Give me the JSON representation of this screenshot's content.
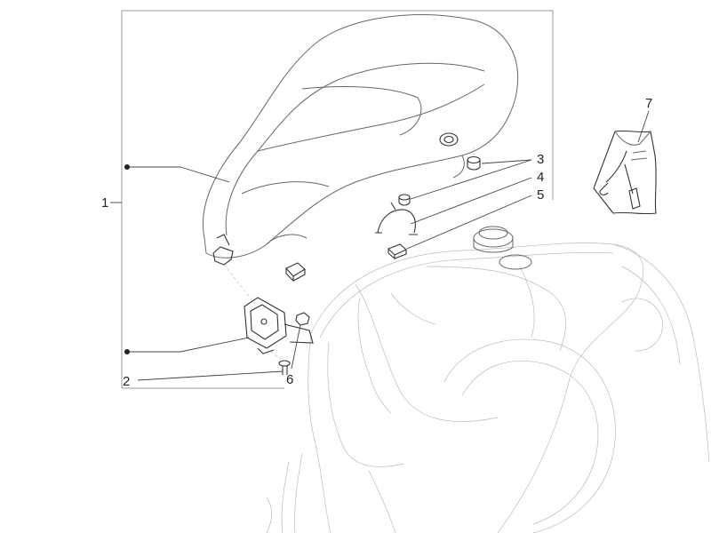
{
  "callouts": [
    {
      "id": "1",
      "label": "1"
    },
    {
      "id": "2",
      "label": "2"
    },
    {
      "id": "3",
      "label": "3"
    },
    {
      "id": "4",
      "label": "4"
    },
    {
      "id": "5",
      "label": "5"
    },
    {
      "id": "6",
      "label": "6"
    },
    {
      "id": "7",
      "label": "7"
    }
  ],
  "parts": [
    "seat",
    "seat-hinge-bracket",
    "screw",
    "rubber-buffer",
    "wire-clip",
    "spacer-pad",
    "nut",
    "tool-kit",
    "scooter-body",
    "fuel-cap"
  ]
}
